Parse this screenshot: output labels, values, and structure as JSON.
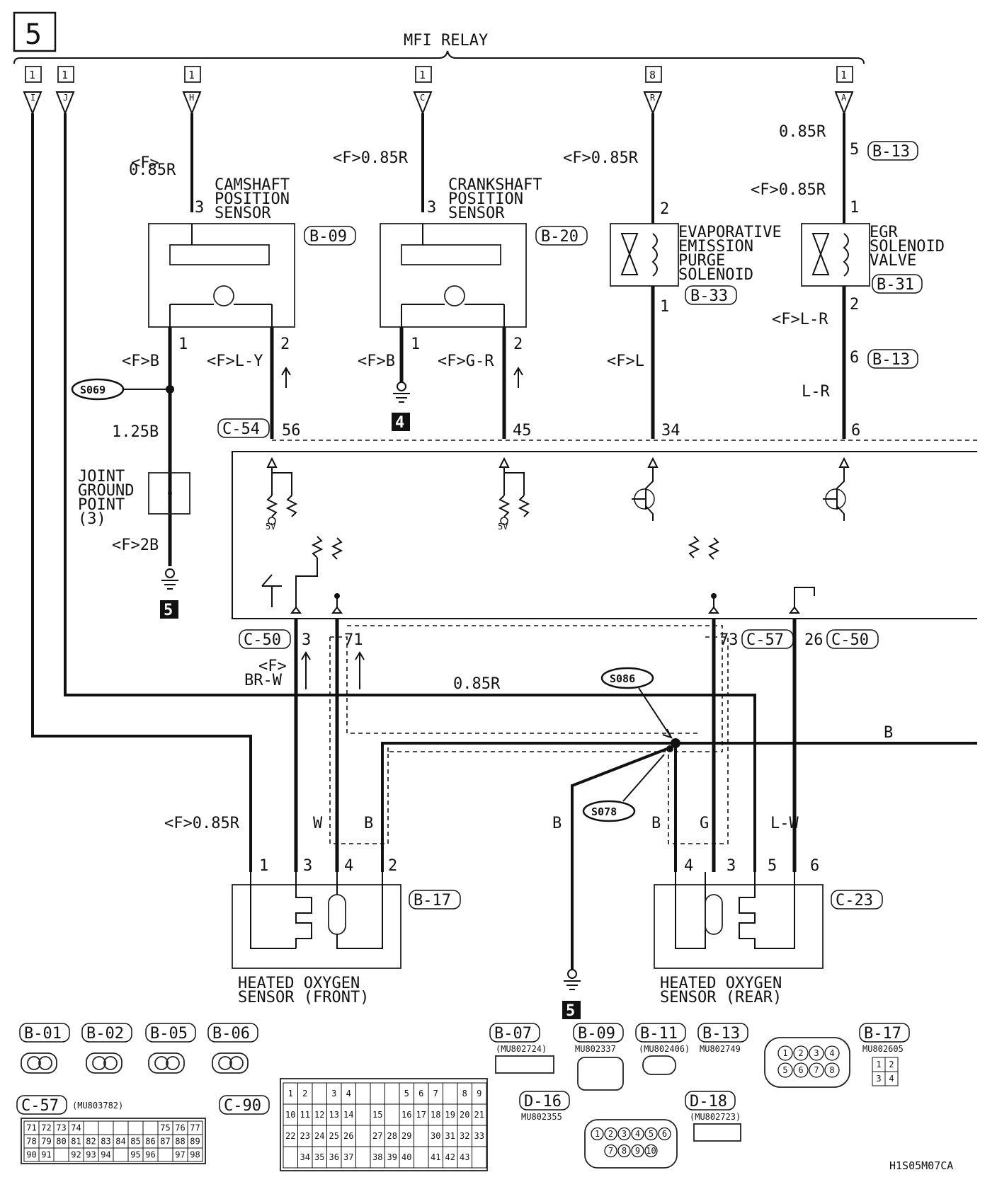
{
  "page": {
    "number": "5",
    "relay": "MFI RELAY",
    "code": "H1S05M07CA"
  },
  "relay_terminals": [
    {
      "box": "1",
      "pin": "I"
    },
    {
      "box": "1",
      "pin": "J"
    },
    {
      "box": "1",
      "pin": "H"
    },
    {
      "box": "1",
      "pin": "C"
    },
    {
      "box": "8",
      "pin": "R"
    },
    {
      "box": "1",
      "pin": "A"
    }
  ],
  "components": {
    "cam": {
      "l1": "CAMSHAFT",
      "l2": "POSITION",
      "l3": "SENSOR",
      "conn": "B-09"
    },
    "crank": {
      "l1": "CRANKSHAFT",
      "l2": "POSITION",
      "l3": "SENSOR",
      "conn": "B-20"
    },
    "evap": {
      "l1": "EVAPORATIVE",
      "l2": "EMISSION",
      "l3": "PURGE",
      "l4": "SOLENOID",
      "conn": "B-33"
    },
    "egr": {
      "l1": "EGR",
      "l2": "SOLENOID",
      "l3": "VALVE",
      "conn": "B-31"
    },
    "jgp": {
      "l1": "JOINT",
      "l2": "GROUND",
      "l3": "POINT",
      "l4": "(3)"
    },
    "ho2_front": {
      "l1": "HEATED OXYGEN",
      "l2": "SENSOR (FRONT)",
      "conn": "B-17"
    },
    "ho2_rear": {
      "l1": "HEATED OXYGEN",
      "l2": "SENSOR (REAR)",
      "conn": "C-23"
    }
  },
  "wires": {
    "cam_pwr": "<F>",
    "cam_pwr2": "0.85R",
    "crank_pwr": "<F>0.85R",
    "evap_pwr": "<F>0.85R",
    "egr_pwr1": "0.85R",
    "egr_pwr2": "<F>0.85R",
    "egr_out": "<F>L-R",
    "egr_out2": "L-R",
    "cam_gnd": "<F>B",
    "cam_sig": "<F>L-Y",
    "crank_gnd": "<F>B",
    "crank_sig": "<F>G-R",
    "evap_out": "<F>L",
    "jgp_in": "1.25B",
    "jgp_out": "<F>2B",
    "front_heater": "<F>",
    "front_heater2": "BR-W",
    "relay_feed": "0.85R",
    "ground_bus": "B",
    "f_pwr": "<F>0.85R",
    "f_w": "W",
    "f_b": "B",
    "s078_b": "B",
    "r_b": "B",
    "r_g": "G",
    "r_lw": "L-W"
  },
  "connectors": {
    "c54": "C-54",
    "c50a": "C-50",
    "c57": "C-57",
    "c50b": "C-50",
    "b13a": "B-13",
    "b13b": "B-13"
  },
  "splices": {
    "s069": "S069",
    "s086": "S086",
    "s078": "S078"
  },
  "grounds": {
    "g4": "4",
    "g5a": "5",
    "g5b": "5"
  },
  "pins": {
    "cam3": "3",
    "cam1": "1",
    "cam2": "2",
    "crank3": "3",
    "crank1": "1",
    "crank2": "2",
    "evap2": "2",
    "evap1": "1",
    "egr5": "5",
    "egr1": "1",
    "egr2": "2",
    "egr6": "6",
    "ecu56": "56",
    "ecu45": "45",
    "ecu34": "34",
    "ecu6": "6",
    "ecu3": "3",
    "ecu71": "71",
    "ecu73": "73",
    "ecu26": "26",
    "f1": "1",
    "f3": "3",
    "f4": "4",
    "f2": "2",
    "r4": "4",
    "r3": "3",
    "r5": "5",
    "r6": "6"
  },
  "ecu_labels": {
    "v1": "5V",
    "v2": "5V"
  },
  "legend": {
    "b01": "B-01",
    "b02": "B-02",
    "b05": "B-05",
    "b06": "B-06",
    "b07": "B-07",
    "b07p": "(MU802724)",
    "b09": "B-09",
    "b09p": "MU802337",
    "b11": "B-11",
    "b11p": "(MU802406)",
    "b13": "B-13",
    "b13p": "MU802749",
    "b17": "B-17",
    "b17p": "MU802605",
    "c57": "C-57",
    "c57p": "(MU803782)",
    "c90": "C-90",
    "d16": "D-16",
    "d16p": "MU802355",
    "d18": "D-18",
    "d18p": "(MU802723)",
    "c57_rows": [
      [
        "71",
        "72",
        "73",
        "74",
        "",
        "",
        "",
        "",
        "",
        "75",
        "76",
        "77"
      ],
      [
        "78",
        "79",
        "80",
        "81",
        "82",
        "83",
        "84",
        "85",
        "86",
        "87",
        "88",
        "89"
      ],
      [
        "90",
        "91",
        "",
        "92",
        "93",
        "94",
        "",
        "95",
        "96",
        "",
        "97",
        "98"
      ]
    ],
    "c90_rows": [
      [
        "1",
        "2",
        "",
        "3",
        "4",
        "",
        "",
        "",
        "5",
        "6",
        "7",
        "",
        "8",
        "9"
      ],
      [
        "10",
        "11",
        "12",
        "13",
        "14",
        "",
        "15",
        "",
        "16",
        "17",
        "18",
        "19",
        "20",
        "21"
      ],
      [
        "22",
        "23",
        "24",
        "25",
        "26",
        "",
        "27",
        "28",
        "29",
        "",
        "30",
        "31",
        "32",
        "33"
      ],
      [
        "",
        "34",
        "35",
        "36",
        "37",
        "",
        "38",
        "39",
        "40",
        "",
        "41",
        "42",
        "43",
        ""
      ]
    ],
    "d16_rows": [
      [
        "1",
        "2",
        "3",
        "4",
        "5",
        "6"
      ],
      [
        "7",
        "8",
        "9",
        "10"
      ]
    ],
    "b17_rows": [
      [
        "1",
        "2"
      ],
      [
        "3",
        "4"
      ]
    ],
    "oct_rows": [
      [
        "1",
        "2",
        "3",
        "4"
      ],
      [
        "5",
        "6",
        "7",
        "8"
      ]
    ]
  }
}
